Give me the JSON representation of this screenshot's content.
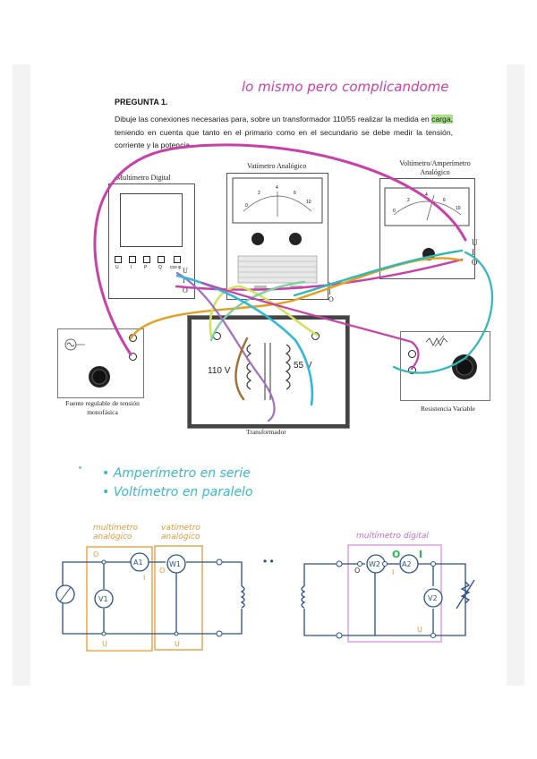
{
  "header": {
    "handwritten_note": "lo mismo pero complicandome"
  },
  "question": {
    "title": "PREGUNTA 1.",
    "text_part1": "Dibuje las conexiones necesarias para, sobre un transformador 110/55 realizar la medida en ",
    "text_highlight": "carga,",
    "text_part2": " teniendo en cuenta que tanto en el primario como en el secundario se debe medir la tensión, corriente y la potencia."
  },
  "devices": {
    "digital_multimeter": {
      "label": "Multímetro Digital",
      "buttons": [
        "U",
        "I",
        "P",
        "Q",
        "cos φ"
      ],
      "terminals": [
        "U",
        "I",
        "O"
      ]
    },
    "analog_wattmeter": {
      "label": "Vatímetro Analógico",
      "terminals": [
        "U",
        "I",
        "O"
      ]
    },
    "analog_volt_ammeter": {
      "label": "Voltímetro/Amperímetro Analógico",
      "terminals": [
        "U",
        "I",
        "O"
      ]
    },
    "power_supply": {
      "label": "Fuente regulable de tensión monofásica"
    },
    "transformer": {
      "label": "Transformador",
      "primary": "110 V",
      "secondary": "55 V"
    },
    "variable_resistor": {
      "label": "Resistencia Variable"
    }
  },
  "notes": {
    "line1": "Amperímetro en serie",
    "line2": "Voltímetro en paralelo"
  },
  "schematic": {
    "box_analog_multimeter": "multímetro analógico",
    "box_analog_wattmeter": "vatímetro analógico",
    "box_digital_multimeter": "multímetro digital",
    "v1": "V1",
    "a1": "A1",
    "w1": "W1",
    "w2": "W2",
    "a2": "A2",
    "v2": "V2",
    "o": "O",
    "u": "U",
    "i": "I",
    "dots": "• •"
  },
  "colors": {
    "magenta": "#c840a8",
    "teal": "#2fb8b8",
    "orange": "#e3a020",
    "yellow_green": "#d4e060",
    "light_green": "#7ed0a0",
    "cyan": "#30b8d8",
    "brown": "#a07030",
    "purple": "#a070c0",
    "schematic_blue": "#2a4f8a",
    "orange_box": "#e09a38",
    "pink_box": "#d9a0e0"
  }
}
